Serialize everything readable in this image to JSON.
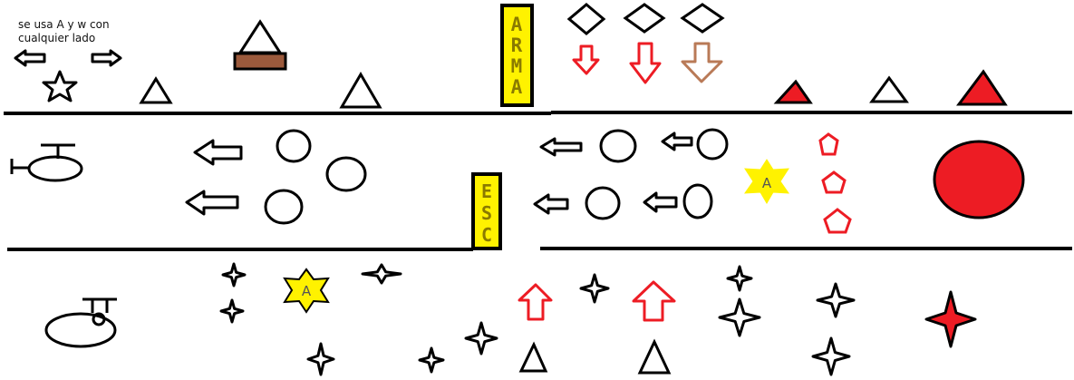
{
  "instructions": {
    "line1": "se usa A y w con",
    "line2": "cualquier lado"
  },
  "signs": {
    "arma_letters": [
      "A",
      "R",
      "M",
      "A"
    ],
    "esc_letters": [
      "E",
      "S",
      "C"
    ]
  },
  "powerups": {
    "star_label": "A"
  },
  "colors": {
    "ink": "#000000",
    "danger": "#ed1c24",
    "sign_fill": "#fff200",
    "brown": "#b97a57",
    "platform_brown": "#9c5a3c"
  }
}
